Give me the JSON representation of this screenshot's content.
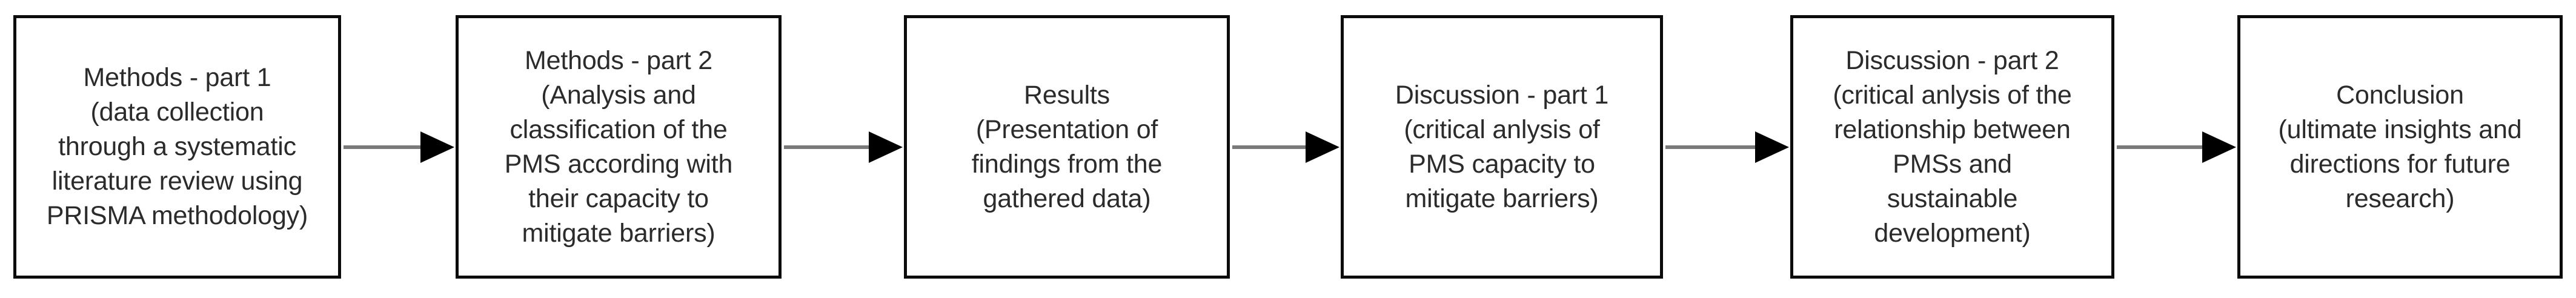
{
  "diagram": {
    "type": "flowchart",
    "orientation": "left-to-right",
    "title": "",
    "background_color": "#ffffff",
    "box_border_color": "#0b0b0b",
    "box_fill_color": "#ffffff",
    "text_color": "#2b2b2b",
    "arrow_line_color": "#7a7a7a",
    "arrow_head_color": "#000000",
    "nodes": [
      {
        "id": "methods-part-1",
        "label": "Methods - part 1\n(data collection\nthrough a systematic\nliterature review using\nPRISMA methodology)",
        "heading": "Methods - part 1",
        "detail": "(data collection through a systematic literature review using PRISMA methodology)"
      },
      {
        "id": "methods-part-2",
        "label": "Methods - part 2\n(Analysis and\nclassification of the\nPMS according with\ntheir capacity to\nmitigate barriers)",
        "heading": "Methods - part 2",
        "detail": "(Analysis and classification of the PMS according with their capacity to mitigate barriers)"
      },
      {
        "id": "results",
        "label": "Results\n(Presentation of\nfindings from the\ngathered data)",
        "heading": "Results",
        "detail": "(Presentation of findings from the gathered data)"
      },
      {
        "id": "discussion-part-1",
        "label": "Discussion - part 1\n(critical anlysis of\nPMS capacity to\nmitigate barriers)",
        "heading": "Discussion - part 1",
        "detail": "(critical anlysis of PMS capacity to mitigate barriers)"
      },
      {
        "id": "discussion-part-2",
        "label": "Discussion - part 2\n(critical anlysis of the\nrelationship between\nPMSs and\nsustainable\ndevelopment)",
        "heading": "Discussion - part 2",
        "detail": "(critical anlysis of the relationship between PMSs and sustainable development)"
      },
      {
        "id": "conclusion",
        "label": "Conclusion\n(ultimate insights and\ndirections for future\nresearch)",
        "heading": "Conclusion",
        "detail": "(ultimate insights and directions for future research)"
      }
    ],
    "edges": [
      {
        "id": "edge-1",
        "from": "methods-part-1",
        "to": "methods-part-2",
        "label": ""
      },
      {
        "id": "edge-2",
        "from": "methods-part-2",
        "to": "results",
        "label": ""
      },
      {
        "id": "edge-3",
        "from": "results",
        "to": "discussion-part-1",
        "label": ""
      },
      {
        "id": "edge-4",
        "from": "discussion-part-1",
        "to": "discussion-part-2",
        "label": ""
      },
      {
        "id": "edge-5",
        "from": "discussion-part-2",
        "to": "conclusion",
        "label": ""
      }
    ]
  }
}
